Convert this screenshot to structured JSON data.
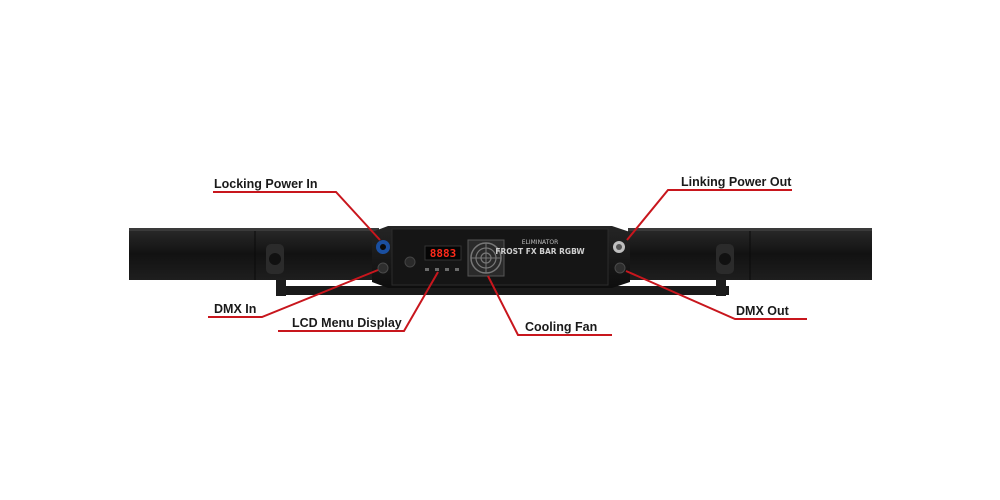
{
  "callouts": {
    "locking_power_in": "Locking Power In",
    "linking_power_out": "Linking Power Out",
    "dmx_in": "DMX In",
    "dmx_out": "DMX Out",
    "lcd_menu_display": "LCD Menu Display",
    "cooling_fan": "Cooling Fan"
  },
  "device": {
    "brand": "ELIMINATOR",
    "model": "FROST FX BAR RGBW",
    "lcd_value": "8883"
  },
  "colors": {
    "callout_line": "#c8161d",
    "device_body": "#161616",
    "lcd_digits": "#ff2a1a"
  }
}
